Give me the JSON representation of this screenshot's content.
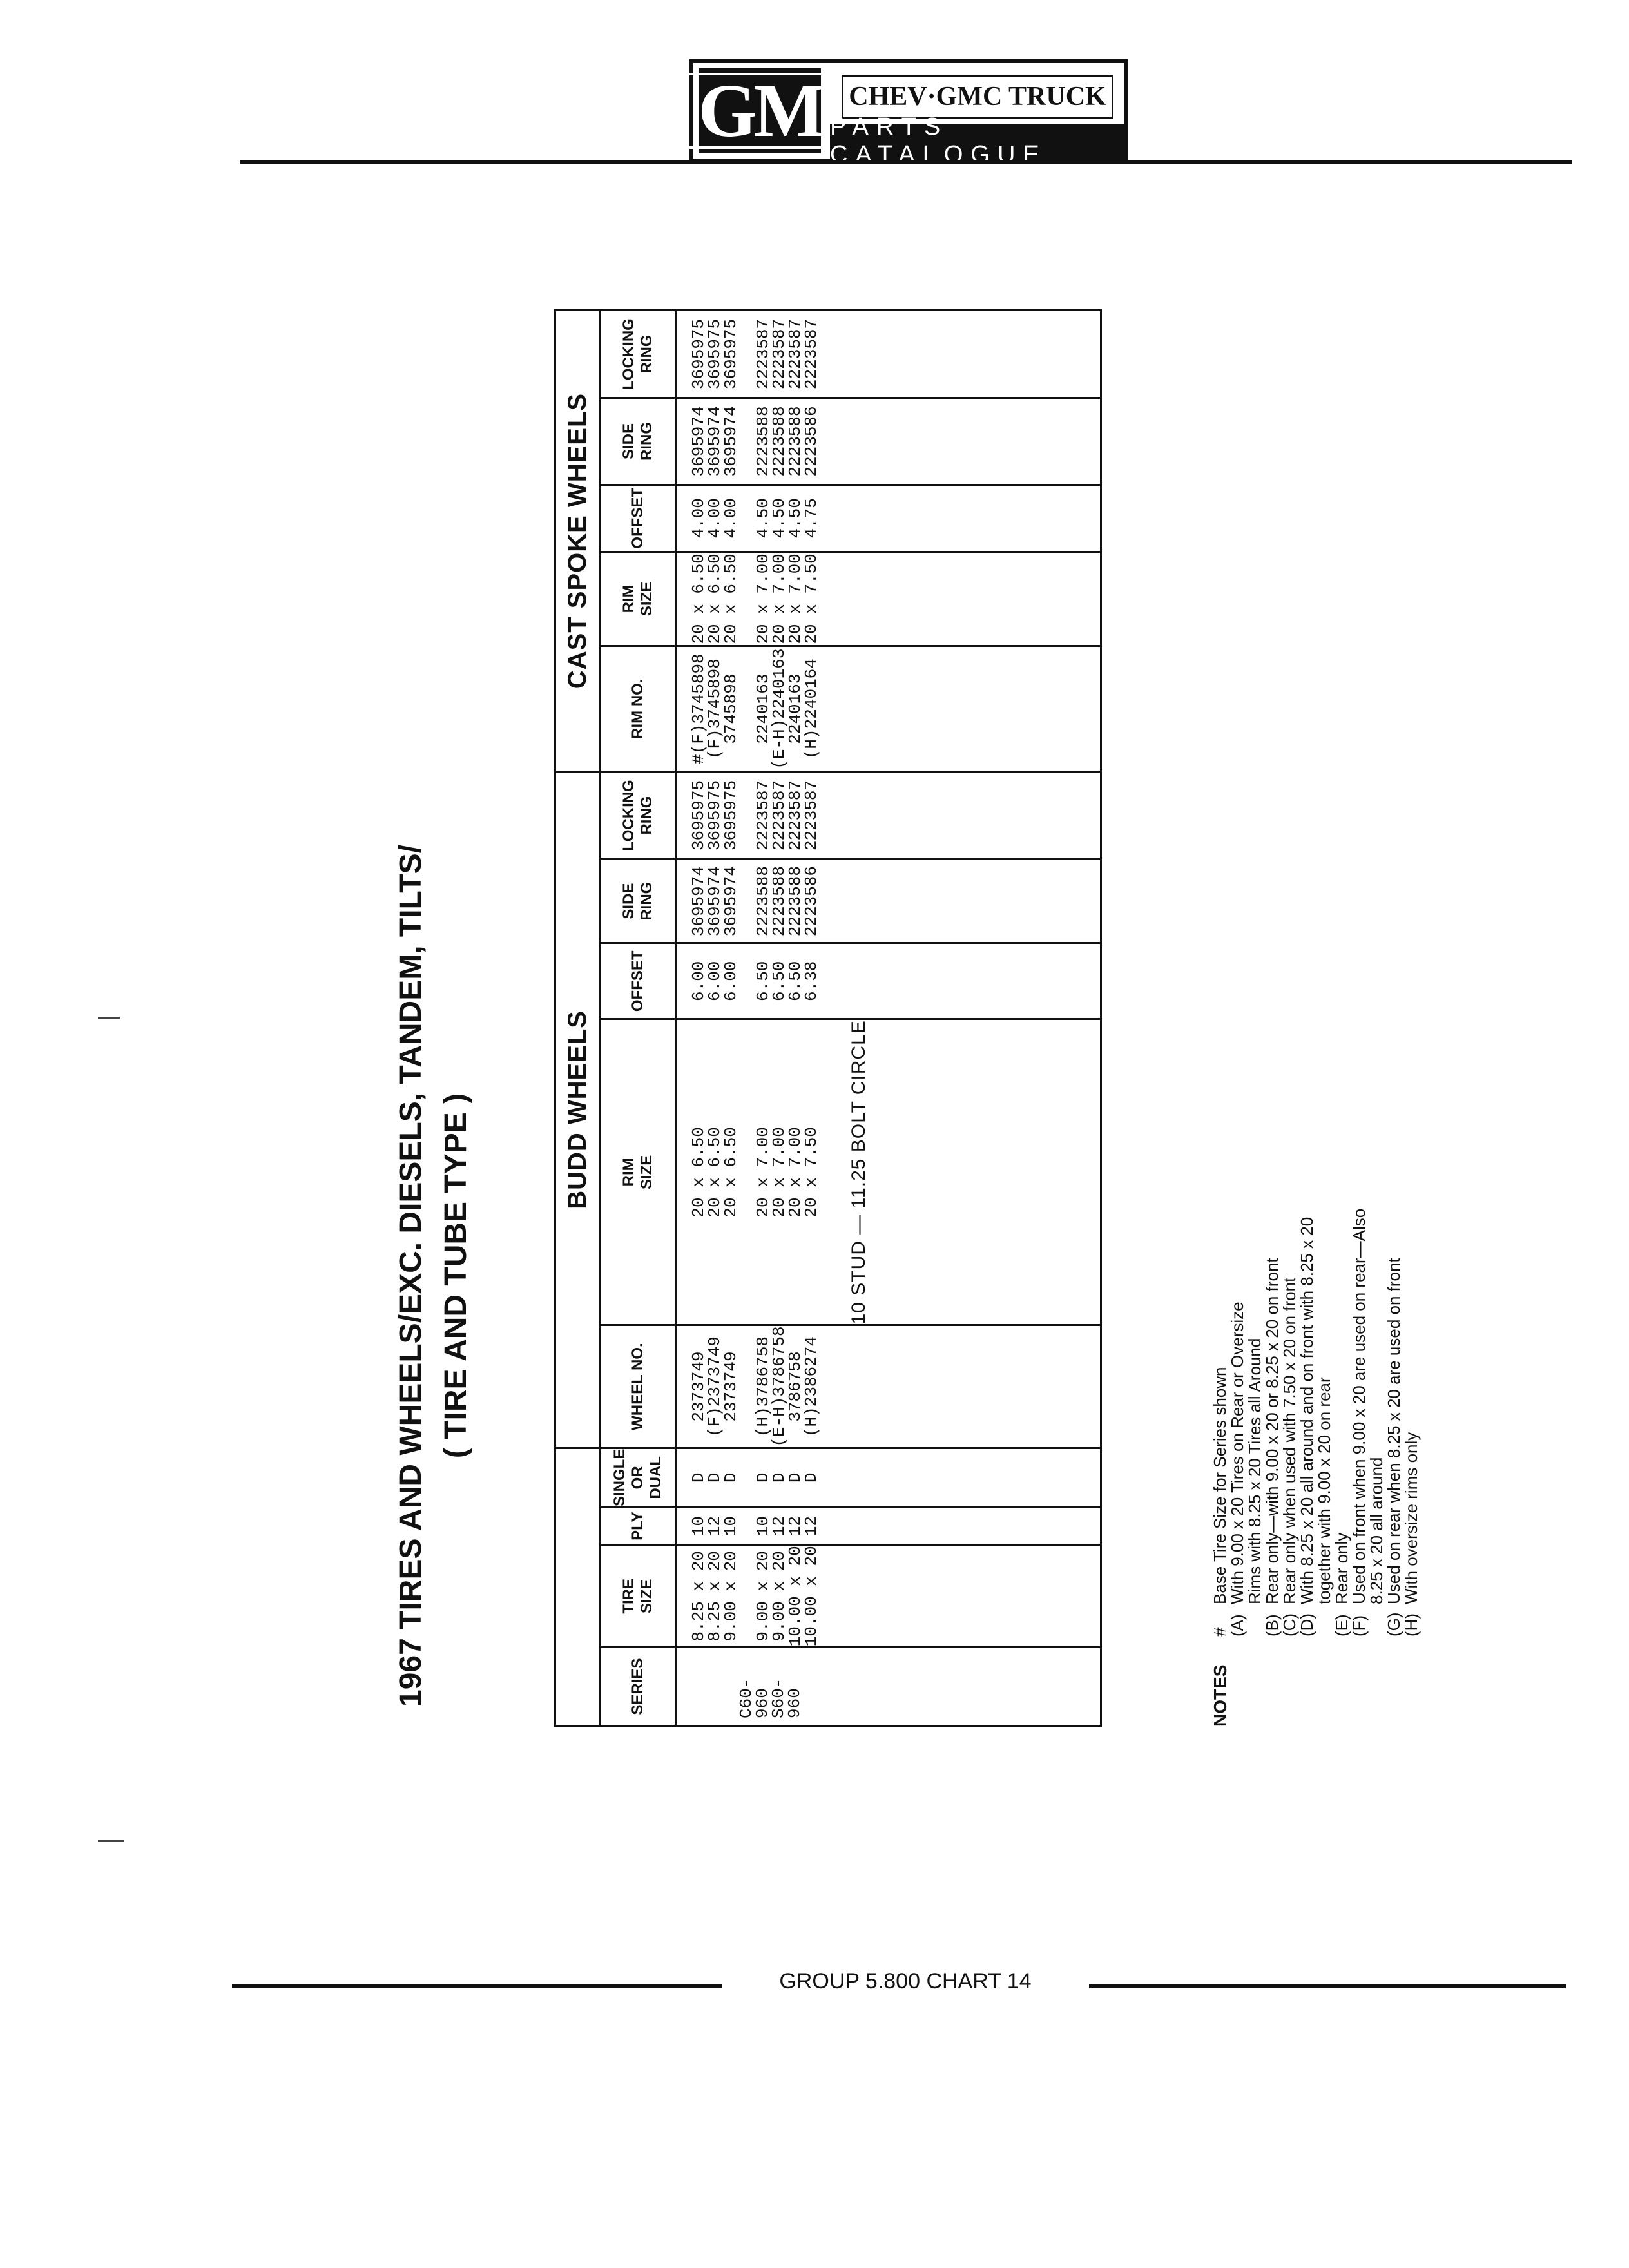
{
  "header": {
    "logo_mark": "GM",
    "brand_top": "CHEV·GMC TRUCK",
    "brand_bottom": "PARTS CATALOGUE"
  },
  "title": {
    "line1": "1967 TIRES AND WHEELS/EXC. DIESELS, TANDEM, TILTS/",
    "line2": "( TIRE AND TUBE TYPE )"
  },
  "table": {
    "groups": {
      "budd": "BUDD WHEELS",
      "cast": "CAST SPOKE WHEELS"
    },
    "headers": {
      "series": "SERIES",
      "tire_size": [
        "TIRE",
        "SIZE"
      ],
      "ply": "PLY",
      "single_dual": [
        "SINGLE",
        "OR",
        "DUAL"
      ],
      "wheel_no": "WHEEL NO.",
      "rim_size": [
        "RIM",
        "SIZE"
      ],
      "offset": "OFFSET",
      "side_ring": [
        "SIDE",
        "RING"
      ],
      "locking_ring": [
        "LOCKING",
        "RING"
      ],
      "rim_no": "RIM NO."
    },
    "series": [
      "C60-960",
      "S60-960"
    ],
    "rows_a": [
      {
        "tire": "8.25 x 20",
        "ply": "10",
        "sd": "D",
        "wheel": "2373749",
        "b_rim": "20 x 6.50",
        "b_off": "6.00",
        "b_side": "3695974",
        "b_lock": "3695975",
        "rim_no": "#(F)3745898",
        "c_rim": "20 x 6.50",
        "c_off": "4.00",
        "c_side": "3695974",
        "c_lock": "3695975"
      },
      {
        "tire": "8.25 x 20",
        "ply": "12",
        "sd": "D",
        "wheel": "(F)2373749",
        "b_rim": "20 x 6.50",
        "b_off": "6.00",
        "b_side": "3695974",
        "b_lock": "3695975",
        "rim_no": "(F)3745898",
        "c_rim": "20 x 6.50",
        "c_off": "4.00",
        "c_side": "3695974",
        "c_lock": "3695975"
      },
      {
        "tire": "9.00 x 20",
        "ply": "10",
        "sd": "D",
        "wheel": "2373749",
        "b_rim": "20 x 6.50",
        "b_off": "6.00",
        "b_side": "3695974",
        "b_lock": "3695975",
        "rim_no": "3745898",
        "c_rim": "20 x 6.50",
        "c_off": "4.00",
        "c_side": "3695974",
        "c_lock": "3695975"
      }
    ],
    "rows_b": [
      {
        "tire": "9.00 x 20",
        "ply": "10",
        "sd": "D",
        "wheel": "(H)3786758",
        "b_rim": "20 x 7.00",
        "b_off": "6.50",
        "b_side": "2223588",
        "b_lock": "2223587",
        "rim_no": "2240163",
        "c_rim": "20 x 7.00",
        "c_off": "4.50",
        "c_side": "2223588",
        "c_lock": "2223587"
      },
      {
        "tire": "9.00 x 20",
        "ply": "12",
        "sd": "D",
        "wheel": "(E-H)3786758",
        "b_rim": "20 x 7.00",
        "b_off": "6.50",
        "b_side": "2223588",
        "b_lock": "2223587",
        "rim_no": "(E-H)2240163",
        "c_rim": "20 x 7.00",
        "c_off": "4.50",
        "c_side": "2223588",
        "c_lock": "2223587"
      },
      {
        "tire": "10.00 x 20",
        "ply": "12",
        "sd": "D",
        "wheel": "3786758",
        "b_rim": "20 x 7.00",
        "b_off": "6.50",
        "b_side": "2223588",
        "b_lock": "2223587",
        "rim_no": "2240163",
        "c_rim": "20 x 7.00",
        "c_off": "4.50",
        "c_side": "2223588",
        "c_lock": "2223587"
      },
      {
        "tire": "10.00 x 20",
        "ply": "12",
        "sd": "D",
        "wheel": "(H)2386274",
        "b_rim": "20 x 7.50",
        "b_off": "6.38",
        "b_side": "2223586",
        "b_lock": "2223587",
        "rim_no": "(H)2240164",
        "c_rim": "20 x 7.50",
        "c_off": "4.75",
        "c_side": "2223586",
        "c_lock": "2223587"
      }
    ],
    "bolt_circle": "10 STUD — 11.25 BOLT CIRCLE"
  },
  "notes": {
    "label": "NOTES",
    "items": [
      {
        "key": "#",
        "text": "Base Tire Size for Series shown"
      },
      {
        "key": "(A)",
        "text": "With 9.00 x 20 Tires on Rear or Oversize",
        "cont": "Rims with 8.25 x 20 Tires all Around"
      },
      {
        "key": "(B)",
        "text": "Rear only—with 9.00 x 20 or 8.25 x 20 on front"
      },
      {
        "key": "(C)",
        "text": "Rear only when used with 7.50 x 20 on front"
      },
      {
        "key": "(D)",
        "text": "With 8.25 x 20 all around and on front with 8.25 x 20",
        "cont": "together with 9.00 x 20 on rear"
      },
      {
        "key": "(E)",
        "text": "Rear only"
      },
      {
        "key": "(F)",
        "text": "Used on front when 9.00 x 20 are used on rear—Also",
        "cont": "8.25 x 20 all around"
      },
      {
        "key": "(G)",
        "text": "Used on rear when 8.25 x 20 are used on front"
      },
      {
        "key": "(H)",
        "text": "With oversize rims only"
      }
    ]
  },
  "footer": {
    "text": "GROUP 5.800 CHART 14"
  }
}
